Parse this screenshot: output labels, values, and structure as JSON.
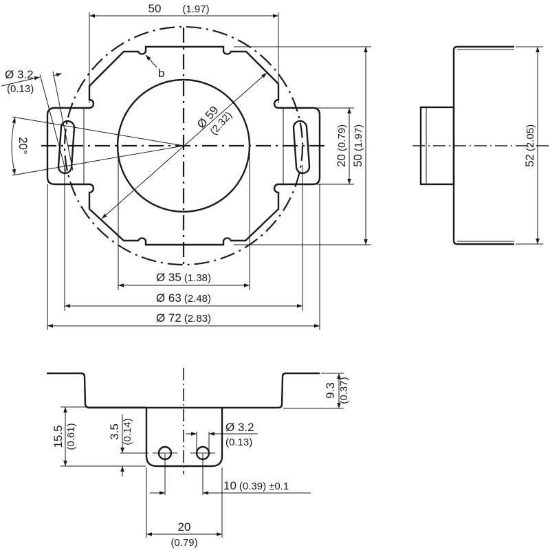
{
  "top_view": {
    "width_dim": {
      "value": "50",
      "inch": "(1.97)"
    },
    "height_dim": {
      "value": "50",
      "inch": "(1.97)"
    },
    "slot_height_dim": {
      "value": "20",
      "inch": "(0.79)"
    },
    "hole_dim": {
      "value": "Ø 3.2",
      "inch": "(0.13)"
    },
    "angle_dim": "20°",
    "bolt_circle_dim": {
      "value": "Ø 59",
      "inch": "(2.32)"
    },
    "bore_dim": {
      "value": "Ø 35",
      "inch": "(1.38)"
    },
    "dashed_circle_dim": {
      "value": "Ø 63",
      "inch": "(2.48)"
    },
    "outer_dim": {
      "value": "Ø 72",
      "inch": "(2.83)"
    },
    "detail_label": "b"
  },
  "side_view": {
    "height_dim": {
      "value": "52",
      "inch": "(2.05)"
    }
  },
  "bottom_view": {
    "flange_height_dim": {
      "value": "9.3",
      "inch": "(0.37)"
    },
    "tab_height_dim": {
      "value": "15.5",
      "inch": "(0.61)"
    },
    "hole_offset_dim": {
      "value": "3.5",
      "inch": "(0.14)"
    },
    "hole_dim": {
      "value": "Ø 3.2",
      "inch": "(0.13)"
    },
    "hole_spacing_dim": {
      "value": "10",
      "inch": "(0.39)",
      "tol": "±0.1"
    },
    "tab_width_dim": {
      "value": "20",
      "inch": "(0.79)"
    }
  }
}
